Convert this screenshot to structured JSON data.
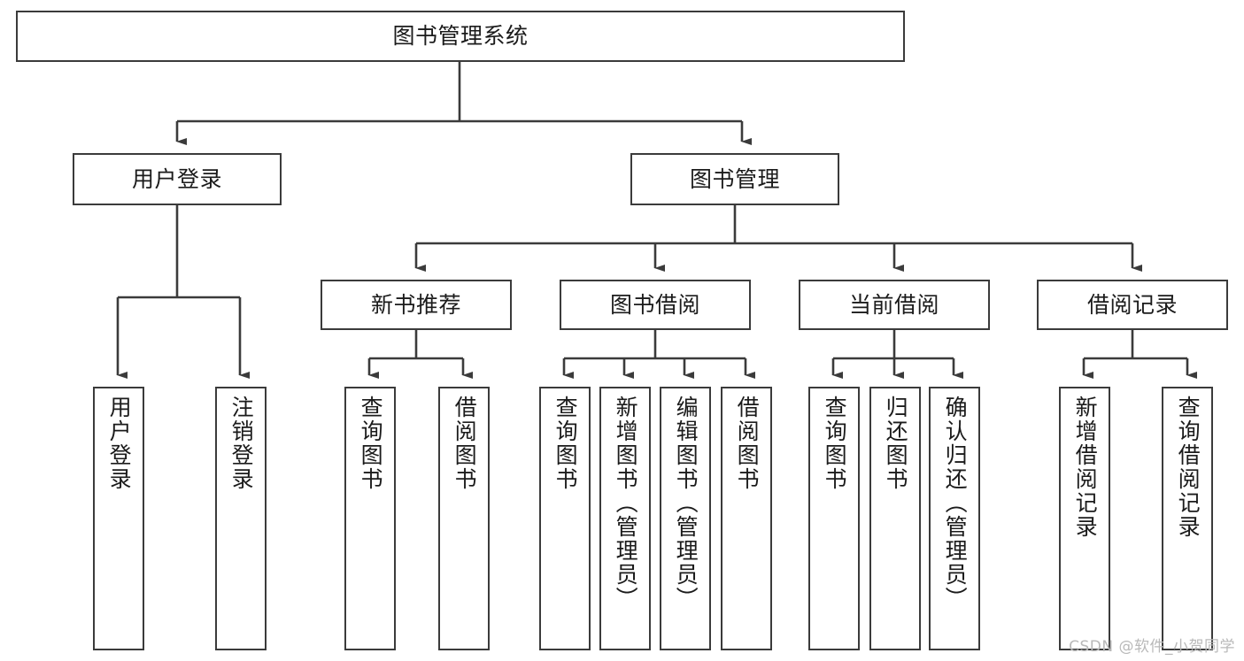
{
  "diagram": {
    "title": "图书管理系统",
    "type": "tree",
    "watermark": "CSDN @软件_小贺同学",
    "colors": {
      "stroke": "#3b3b3b",
      "background": "#ffffff",
      "text": "#1b1b1b",
      "watermark": "#b9b9b9"
    }
  },
  "nodes": {
    "root": {
      "label": "图书管理系统"
    },
    "level1": [
      {
        "label": "用户登录"
      },
      {
        "label": "图书管理"
      }
    ],
    "level2": [
      {
        "label": "新书推荐"
      },
      {
        "label": "图书借阅"
      },
      {
        "label": "当前借阅"
      },
      {
        "label": "借阅记录"
      }
    ],
    "leaves": {
      "user_login": [
        {
          "label": "用户登录"
        },
        {
          "label": "注销登录"
        }
      ],
      "new_book": [
        {
          "label": "查询图书"
        },
        {
          "label": "借阅图书"
        }
      ],
      "borrow_book": [
        {
          "label": "查询图书"
        },
        {
          "label": "新增图书（管理员）"
        },
        {
          "label": "编辑图书（管理员）"
        },
        {
          "label": "借阅图书"
        }
      ],
      "current_borrow": [
        {
          "label": "查询图书"
        },
        {
          "label": "归还图书"
        },
        {
          "label": "确认归还（管理员）"
        }
      ],
      "borrow_record": [
        {
          "label": "新增借阅记录"
        },
        {
          "label": "查询借阅记录"
        }
      ]
    }
  }
}
